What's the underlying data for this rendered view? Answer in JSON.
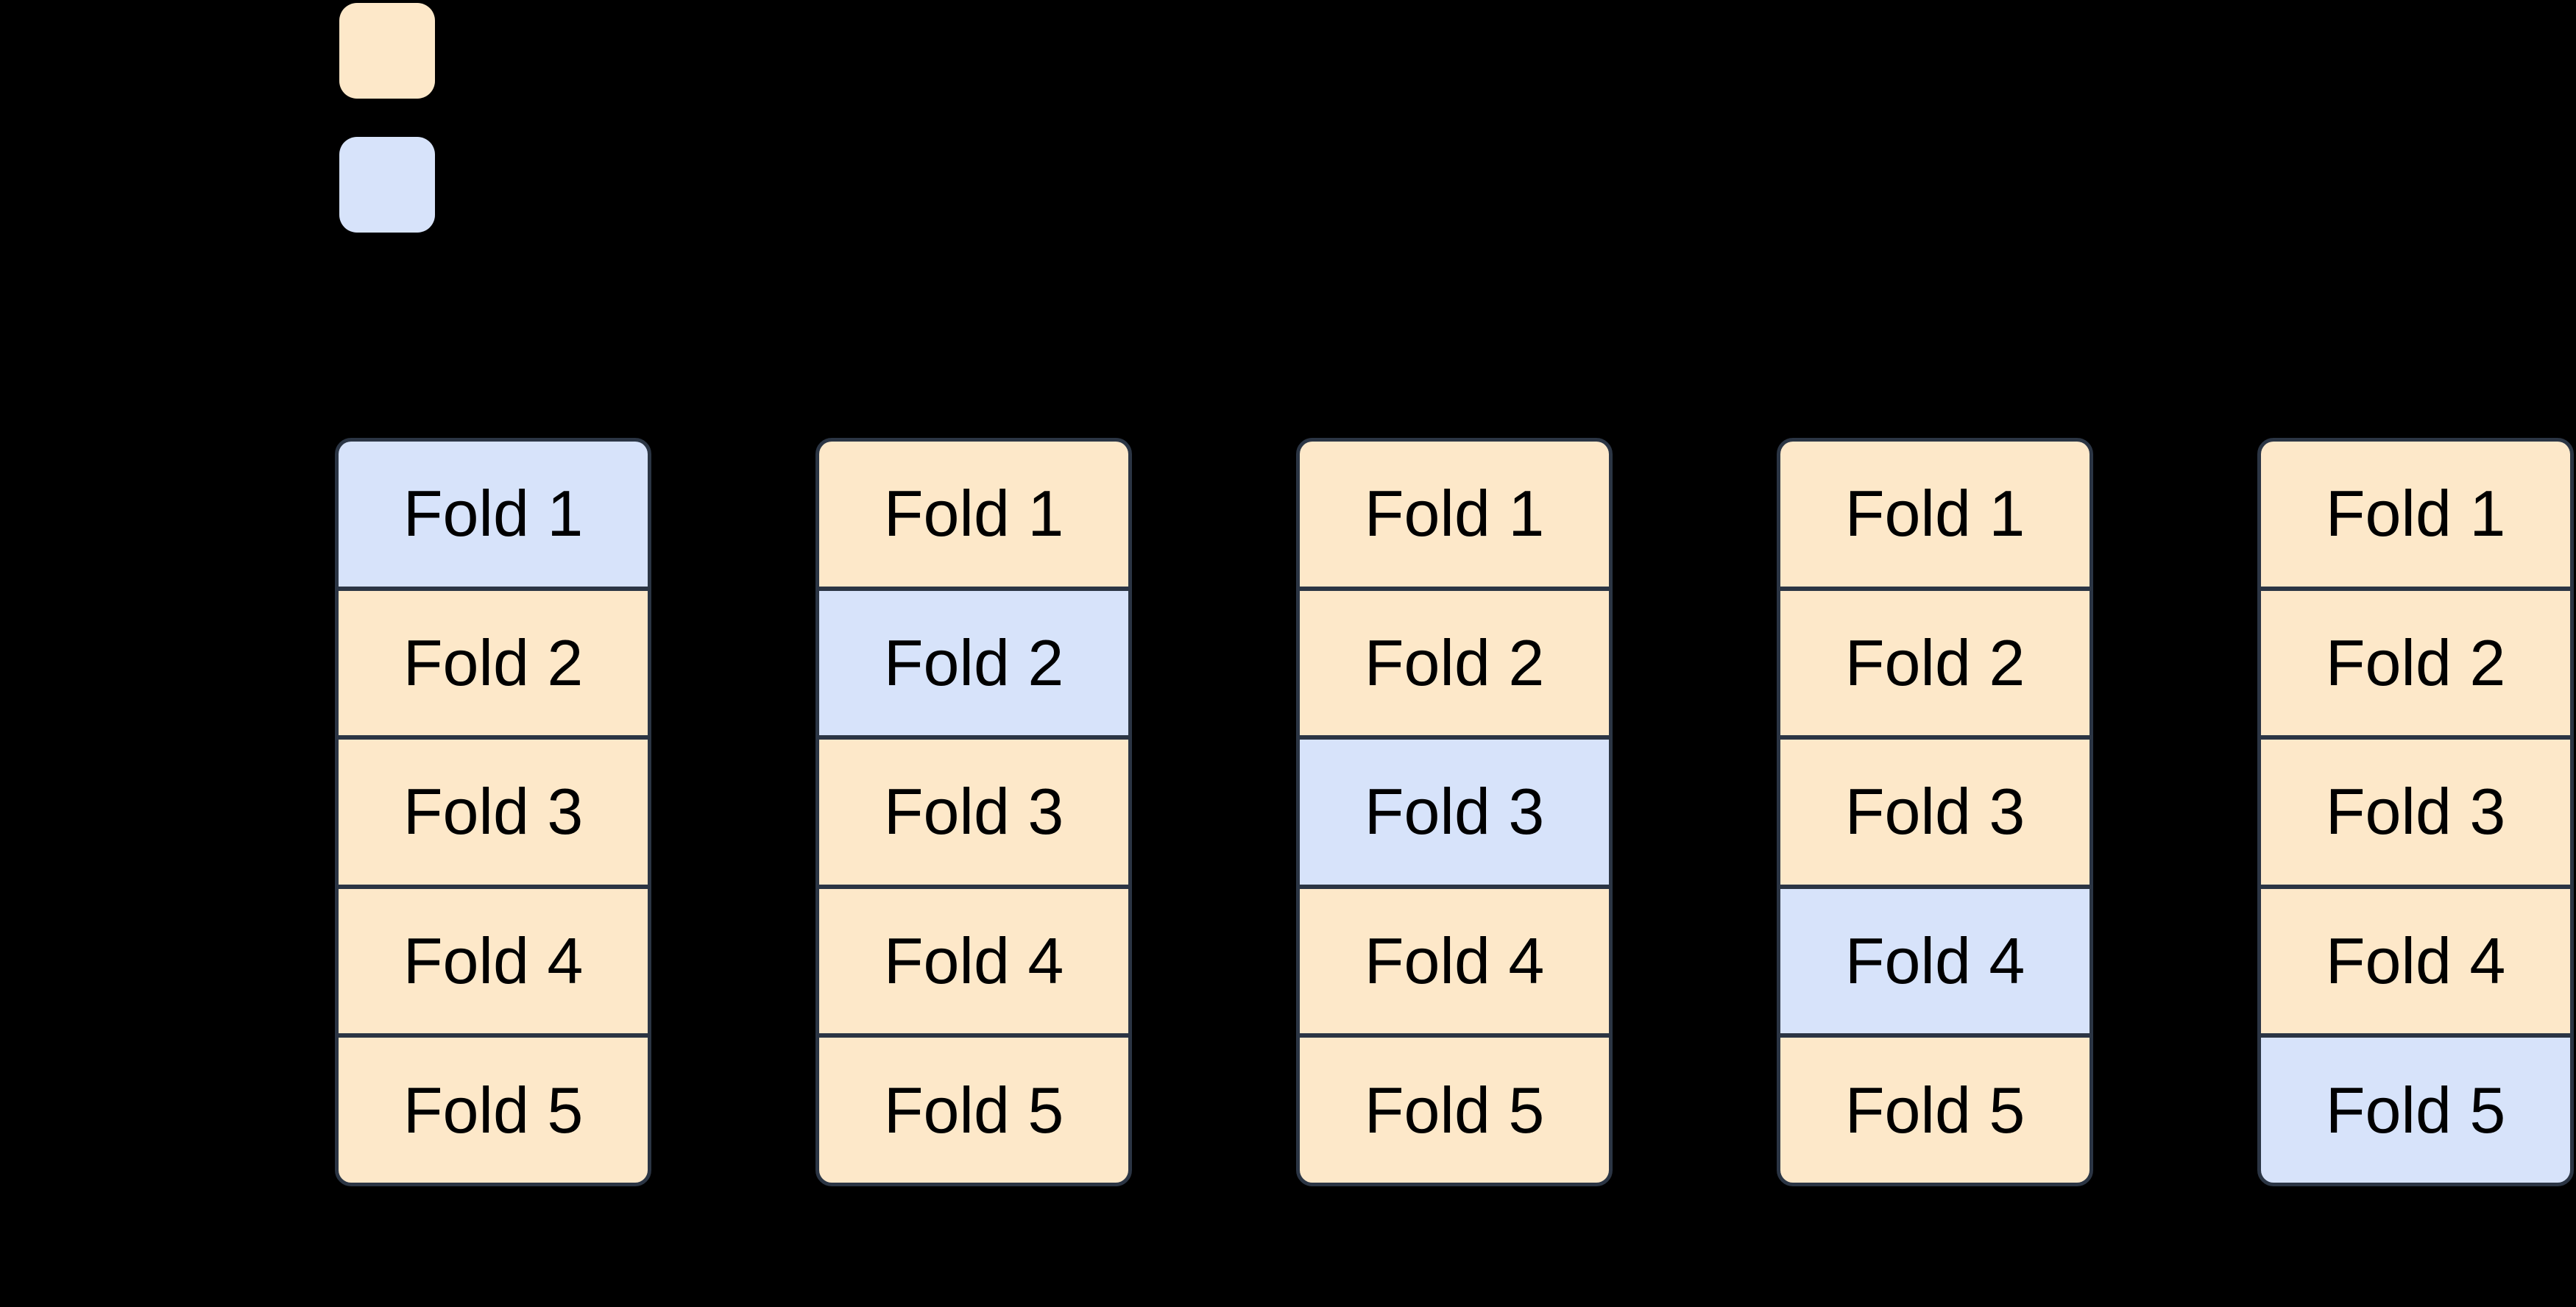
{
  "colors": {
    "train": "#fde8c9",
    "validation": "#d7e3fa",
    "border": "#2b3544",
    "text": "#000000",
    "bg": "#000000"
  },
  "legend": {
    "swatches": [
      {
        "name": "train-swatch",
        "state": "train",
        "color": "#fde8c9"
      },
      {
        "name": "validation-swatch",
        "state": "validation",
        "color": "#d7e3fa"
      }
    ]
  },
  "grid": {
    "columns": [
      {
        "folds": [
          {
            "label": "Fold 1",
            "state": "validation"
          },
          {
            "label": "Fold 2",
            "state": "train"
          },
          {
            "label": "Fold 3",
            "state": "train"
          },
          {
            "label": "Fold 4",
            "state": "train"
          },
          {
            "label": "Fold 5",
            "state": "train"
          }
        ]
      },
      {
        "folds": [
          {
            "label": "Fold 1",
            "state": "train"
          },
          {
            "label": "Fold 2",
            "state": "validation"
          },
          {
            "label": "Fold 3",
            "state": "train"
          },
          {
            "label": "Fold 4",
            "state": "train"
          },
          {
            "label": "Fold 5",
            "state": "train"
          }
        ]
      },
      {
        "folds": [
          {
            "label": "Fold 1",
            "state": "train"
          },
          {
            "label": "Fold 2",
            "state": "train"
          },
          {
            "label": "Fold 3",
            "state": "validation"
          },
          {
            "label": "Fold 4",
            "state": "train"
          },
          {
            "label": "Fold 5",
            "state": "train"
          }
        ]
      },
      {
        "folds": [
          {
            "label": "Fold 1",
            "state": "train"
          },
          {
            "label": "Fold 2",
            "state": "train"
          },
          {
            "label": "Fold 3",
            "state": "train"
          },
          {
            "label": "Fold 4",
            "state": "validation"
          },
          {
            "label": "Fold 5",
            "state": "train"
          }
        ]
      },
      {
        "folds": [
          {
            "label": "Fold 1",
            "state": "train"
          },
          {
            "label": "Fold 2",
            "state": "train"
          },
          {
            "label": "Fold 3",
            "state": "train"
          },
          {
            "label": "Fold 4",
            "state": "train"
          },
          {
            "label": "Fold 5",
            "state": "validation"
          }
        ]
      }
    ]
  }
}
